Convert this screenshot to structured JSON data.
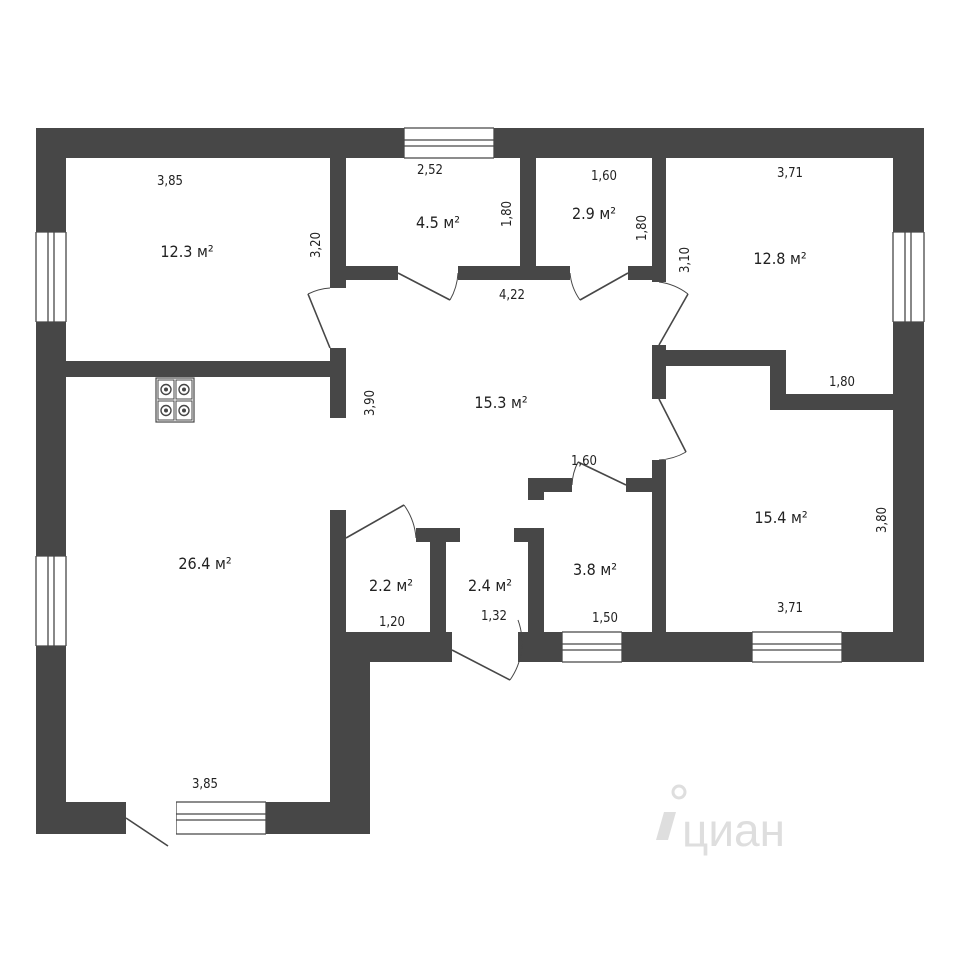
{
  "colors": {
    "wall": "#474747",
    "background": "#ffffff",
    "watermark": "#d9d9d9"
  },
  "rooms": [
    {
      "id": "living-top-left",
      "area": "12.3 м²"
    },
    {
      "id": "small-top",
      "area": "4.5 м²"
    },
    {
      "id": "storage-top",
      "area": "2.9 м²"
    },
    {
      "id": "bedroom-top-right",
      "area": "12.8 м²"
    },
    {
      "id": "hallway",
      "area": "15.3 м²"
    },
    {
      "id": "kitchen-living",
      "area": "26.4 м²"
    },
    {
      "id": "wc",
      "area": "2.2 м²"
    },
    {
      "id": "entry",
      "area": "2.4 м²"
    },
    {
      "id": "bathroom",
      "area": "3.8 м²"
    },
    {
      "id": "bedroom-bottom-right",
      "area": "15.4 м²"
    }
  ],
  "dimensions": [
    "3,85",
    "3,20",
    "2,52",
    "1,80",
    "1,60",
    "1,80",
    "3,71",
    "3,10",
    "4,22",
    "1,80",
    "3,90",
    "1,60",
    "3,80",
    "3,71",
    "1,20",
    "1,32",
    "1,50",
    "3,85"
  ],
  "icons": {
    "stove": "stove-icon",
    "logo": "cian-logo-icon"
  },
  "watermark": {
    "text": "циан"
  }
}
